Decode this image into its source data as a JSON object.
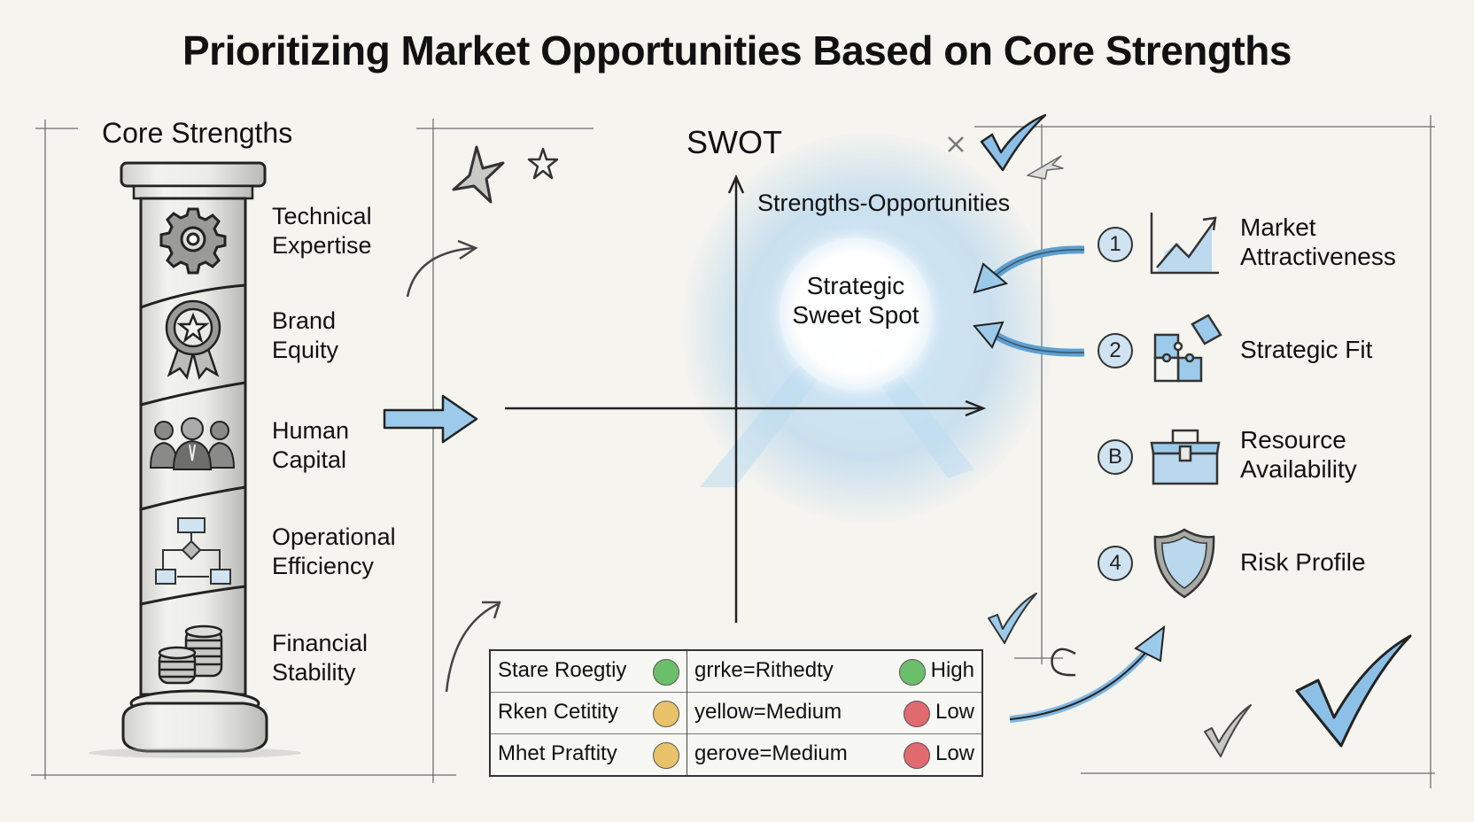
{
  "title": "Prioritizing Market Opportunities Based on Core Strengths",
  "core_strengths": {
    "heading": "Core Strengths",
    "items": [
      {
        "label_line1": "Technical",
        "label_line2": "Expertise",
        "icon": "gear-icon"
      },
      {
        "label_line1": "Brand",
        "label_line2": "Equity",
        "icon": "award-ribbon-icon"
      },
      {
        "label_line1": "Human",
        "label_line2": "Capital",
        "icon": "people-icon"
      },
      {
        "label_line1": "Operational",
        "label_line2": "Efficiency",
        "icon": "flowchart-icon"
      },
      {
        "label_line1": "Financial",
        "label_line2": "Stability",
        "icon": "coins-icon"
      }
    ]
  },
  "swot": {
    "heading": "SWOT",
    "quadrant_label": "Strengths-Opportunities",
    "sweet_spot_line1": "Strategic",
    "sweet_spot_line2": "Sweet Spot"
  },
  "criteria": [
    {
      "number": "1",
      "label_line1": "Market",
      "label_line2": "Attractiveness",
      "icon": "growth-chart-icon"
    },
    {
      "number": "2",
      "label_line1": "Strategic Fit",
      "label_line2": "",
      "icon": "puzzle-icon"
    },
    {
      "number": "B",
      "label_line1": "Resource",
      "label_line2": "Availability",
      "icon": "toolbox-icon"
    },
    {
      "number": "4",
      "label_line1": "Risk Profile",
      "label_line2": "",
      "icon": "shield-icon"
    }
  ],
  "legend": {
    "rows": [
      {
        "left_label": "Stare Roegtiy",
        "left_color": "#6cbf6a",
        "right_label": "grrke=Rithedty",
        "right_color": "#6cbf6a",
        "right_value": "High"
      },
      {
        "left_label": "Rken Cetitity",
        "left_color": "#e9c36a",
        "right_label": "yellow=Medium",
        "right_color": "#e06a70",
        "right_value": "Low"
      },
      {
        "left_label": "Mhet Praftity",
        "left_color": "#e9c36a",
        "right_label": "gerove=Medium",
        "right_color": "#e06a70",
        "right_value": "Low"
      }
    ]
  },
  "colors": {
    "accent_blue": "#7fb6df",
    "ink": "#222222",
    "paper": "#f5f4ef"
  }
}
